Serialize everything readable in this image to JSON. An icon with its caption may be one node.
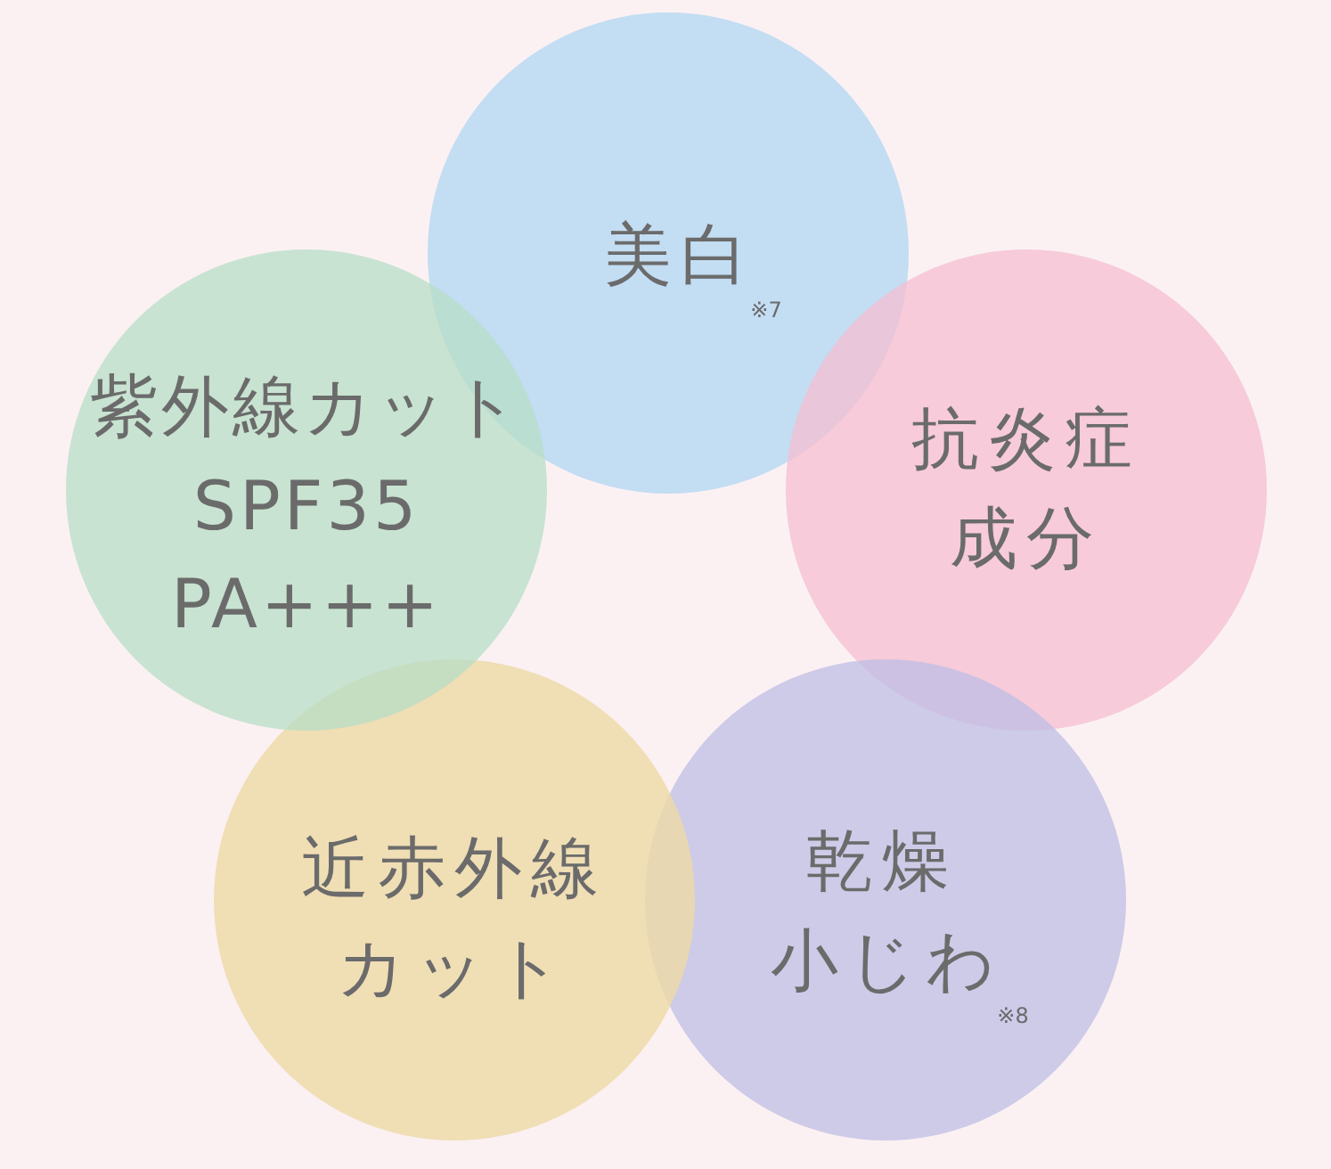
{
  "diagram": {
    "nodes": [
      {
        "text": [
          "美白$_{※7}$"
        ]
      },
      {
        "text": [
          "抗炎症成分"
        ]
      },
      {
        "text": [
          "乾燥",
          "小じわ$_{※8}$"
        ]
      },
      {
        "text": [
          "近赤外線カット"
        ]
      },
      {
        "text": [
          "紫外線カット",
          "SPF35",
          "PA+++"
        ]
      }
    ]
  }
}
